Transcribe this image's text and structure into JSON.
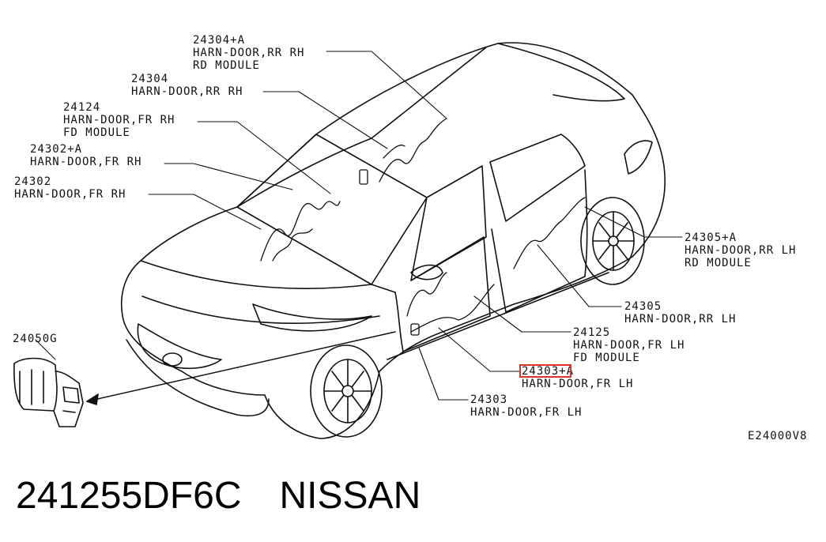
{
  "callouts": [
    {
      "part": "24304+A",
      "lines": [
        "HARN-DOOR,RR RH",
        "RD MODULE"
      ]
    },
    {
      "part": "24304",
      "lines": [
        "HARN-DOOR,RR RH"
      ]
    },
    {
      "part": "24124",
      "lines": [
        "HARN-DOOR,FR RH",
        "FD MODULE"
      ]
    },
    {
      "part": "24302+A",
      "lines": [
        "HARN-DOOR,FR RH"
      ]
    },
    {
      "part": "24302",
      "lines": [
        "HARN-DOOR,FR RH"
      ]
    },
    {
      "part": "24050G",
      "lines": []
    },
    {
      "part": "24305+A",
      "lines": [
        "HARN-DOOR,RR LH",
        "RD MODULE"
      ]
    },
    {
      "part": "24305",
      "lines": [
        "HARN-DOOR,RR LH"
      ]
    },
    {
      "part": "24125",
      "lines": [
        "HARN-DOOR,FR LH",
        "FD MODULE"
      ]
    },
    {
      "part": "24303+A",
      "lines": [
        "HARN-DOOR,FR LH"
      ]
    },
    {
      "part": "24303",
      "lines": [
        "HARN-DOOR,FR LH"
      ]
    }
  ],
  "diagram_code": "E24000V8",
  "caption": {
    "part_number": "241255DF6C",
    "brand": "NISSAN"
  },
  "colors": {
    "highlight": "#e0302a",
    "ink": "#111111"
  }
}
